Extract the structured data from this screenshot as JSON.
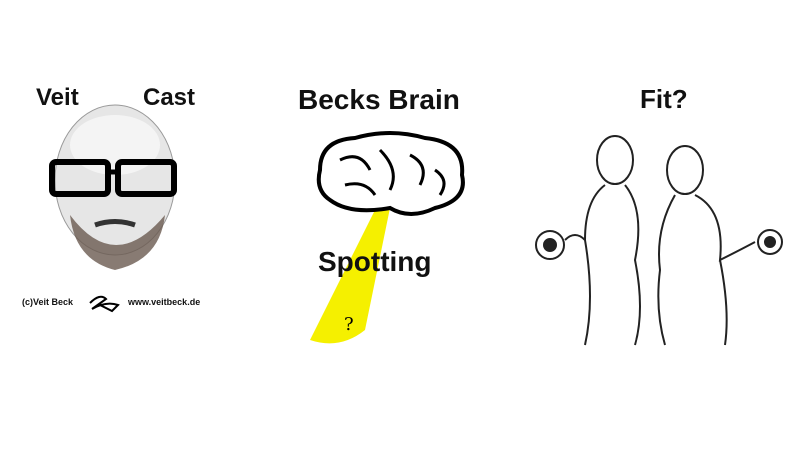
{
  "left_panel": {
    "title_left": "Veit",
    "title_right": "Cast",
    "copyright": "(c)Veit Beck",
    "website": "www.veitbeck.de",
    "signature": "VB"
  },
  "center_panel": {
    "title": "Becks Brain",
    "subtitle": "Spotting",
    "question_mark": "?"
  },
  "right_panel": {
    "title": "Fit?"
  },
  "colors": {
    "highlight": "#f5f000",
    "ink": "#111111"
  }
}
